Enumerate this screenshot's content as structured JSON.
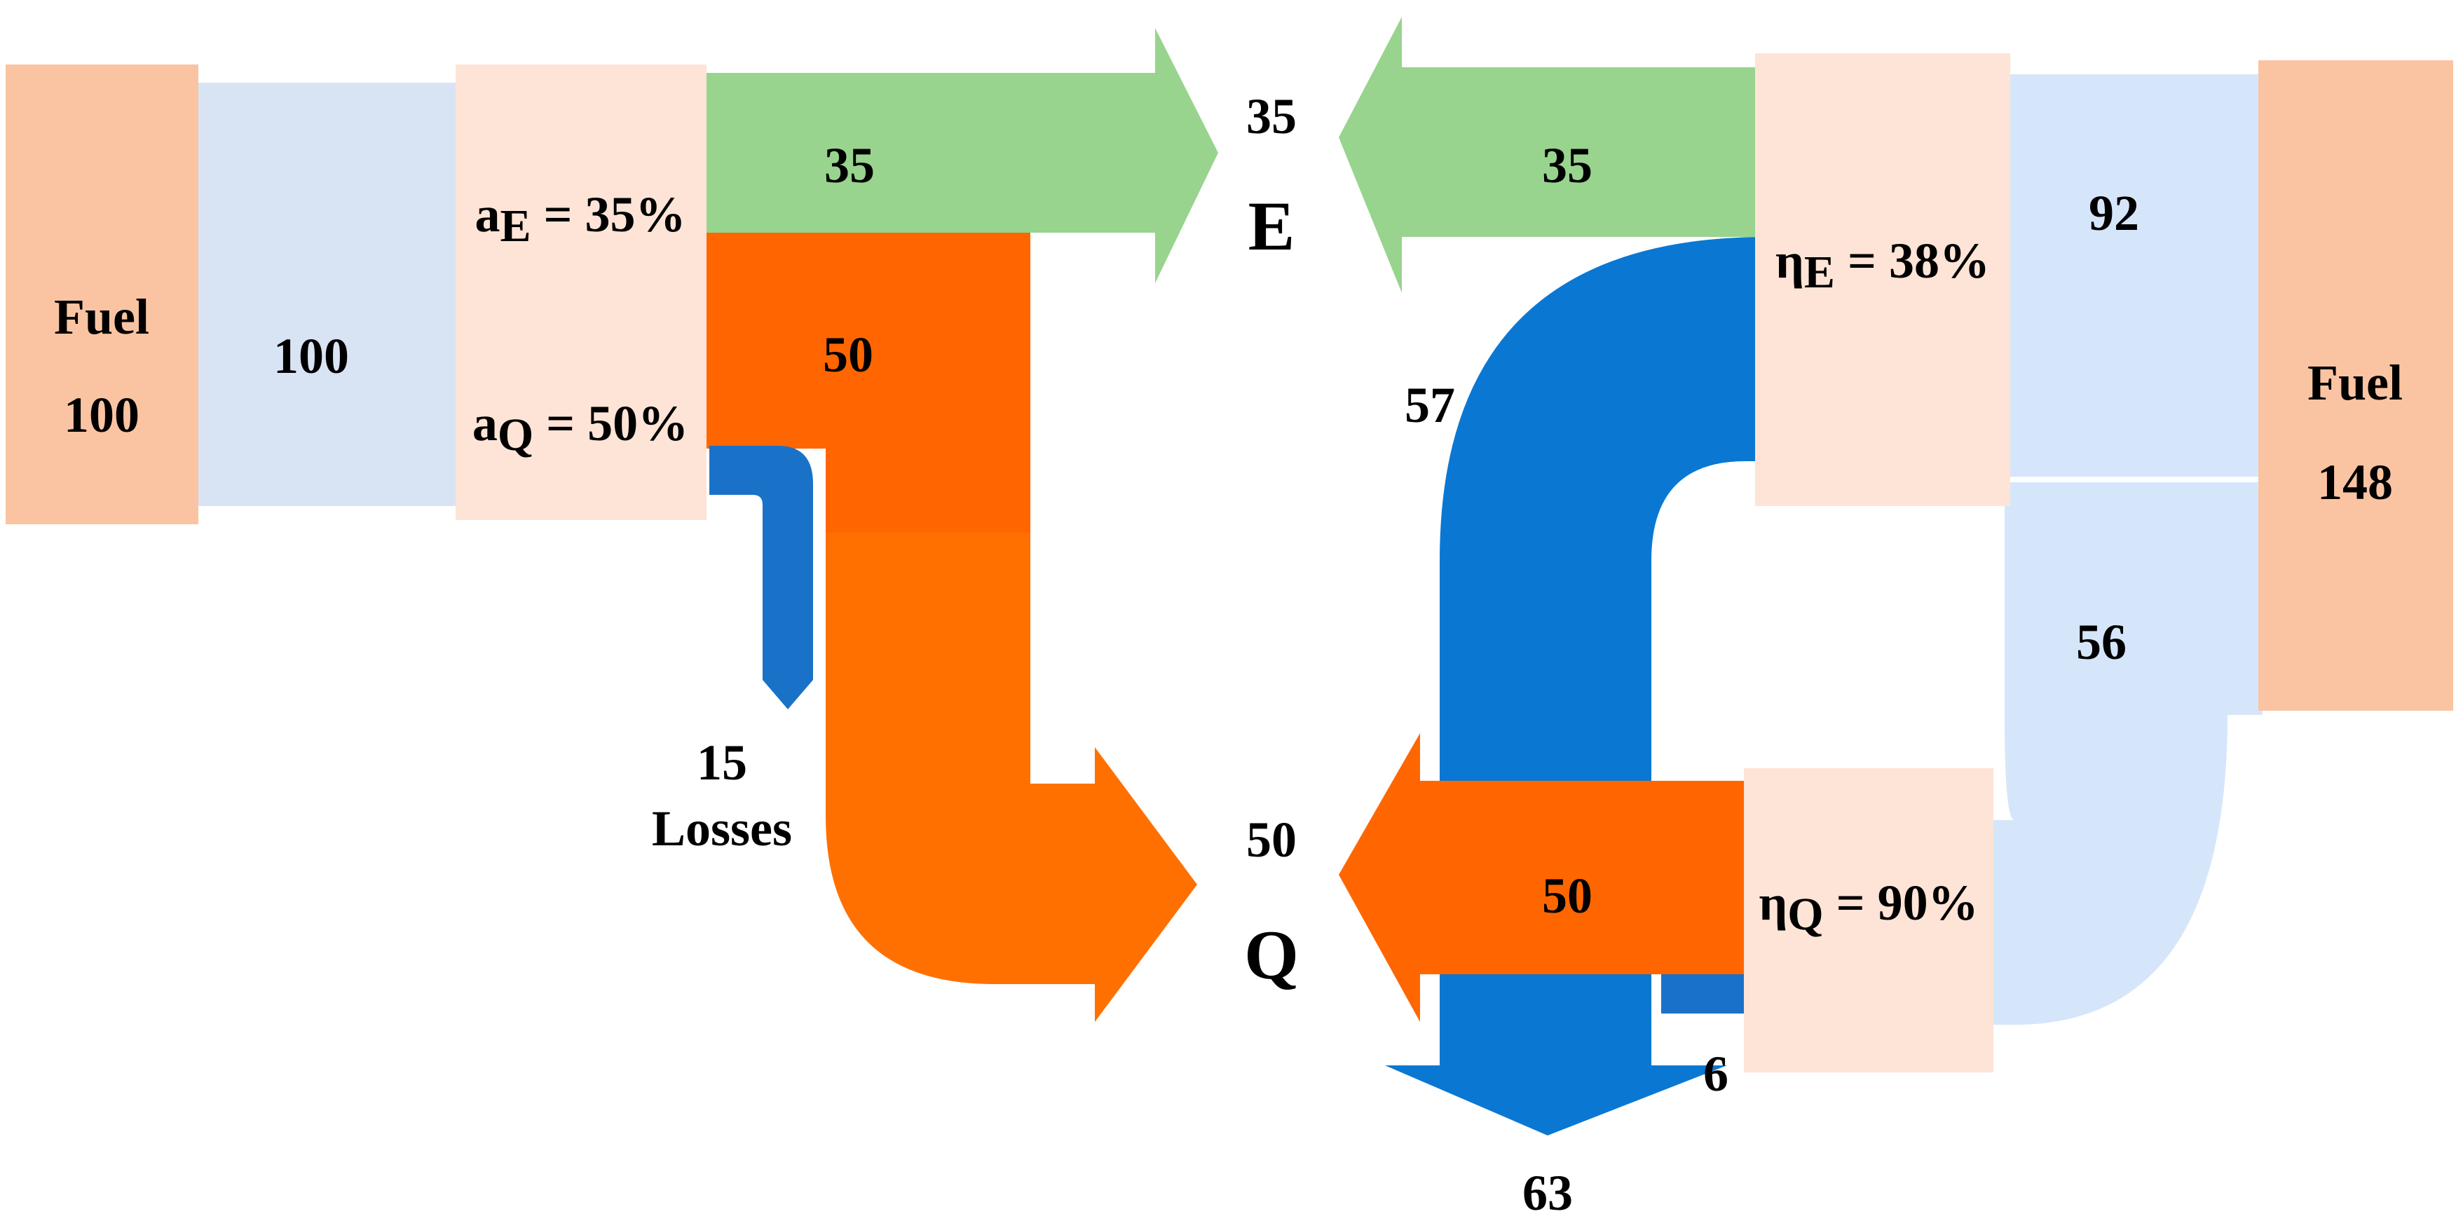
{
  "colors": {
    "fuel_box": "#FAC4A2",
    "ratio_box": "#FDE4D6",
    "fuel_flow": "#D8E4F4",
    "fuel_flow_right": "#D6E6FA",
    "electricity": "#98D48E",
    "heat_dark": "#FF6600",
    "heat_light": "#FF7000",
    "losses_blue": "#1A72C8",
    "losses_big": "#0A78D2",
    "text": "#000000"
  },
  "left_system": {
    "fuel_label": "Fuel",
    "fuel_value": "100",
    "fuel_flow_value": "100",
    "ratio_e_prefix": "a",
    "ratio_e_sub": "E",
    "ratio_e_value": " = 35%",
    "ratio_q_prefix": "a",
    "ratio_q_sub": "Q",
    "ratio_q_value": " = 50%",
    "electricity_value": "35",
    "heat_value": "50",
    "losses_value": "15",
    "losses_label": "Losses"
  },
  "outputs": {
    "electricity_value": "35",
    "electricity_symbol": "E",
    "heat_value": "50",
    "heat_symbol": "Q"
  },
  "right_system": {
    "fuel_label": "Fuel",
    "fuel_value": "148",
    "fuel_to_e_value": "92",
    "fuel_to_q_value": "56",
    "eff_e_prefix": "η",
    "eff_e_sub": "E",
    "eff_e_value": " = 38%",
    "eff_q_prefix": "η",
    "eff_q_sub": "Q",
    "eff_q_value": " = 90%",
    "electricity_value": "35",
    "heat_value": "50",
    "losses_e_value": "57",
    "losses_q_value": "6",
    "losses_total_value": "63"
  }
}
